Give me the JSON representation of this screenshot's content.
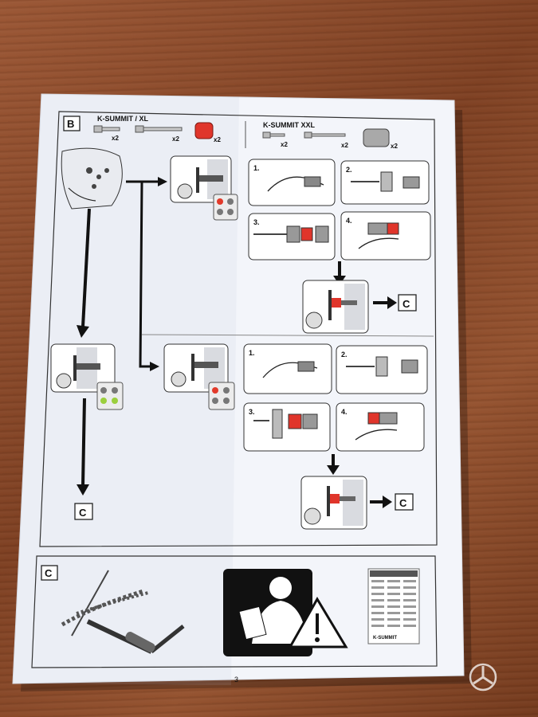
{
  "section_b": {
    "letter": "B",
    "kit1": {
      "name": "K-SUMMIT / XL",
      "qty1": "x2",
      "qty2": "x2",
      "qty3": "x2"
    },
    "kit2": {
      "name": "K-SUMMIT XXL",
      "qty1": "x2",
      "qty2": "x2",
      "qty3": "x2"
    },
    "steps": [
      "1.",
      "2.",
      "3.",
      "4."
    ],
    "goto": "C"
  },
  "section_c": {
    "letter": "C",
    "booklet_label": "K-SUMMIT"
  },
  "page_number": "3",
  "colors": {
    "paper": "#f4f6fb",
    "ink": "#222222",
    "red_part": "#e0352b",
    "light_green": "#9bcf3c",
    "light_red": "#e23a2a",
    "table": "#8a4a2a"
  }
}
